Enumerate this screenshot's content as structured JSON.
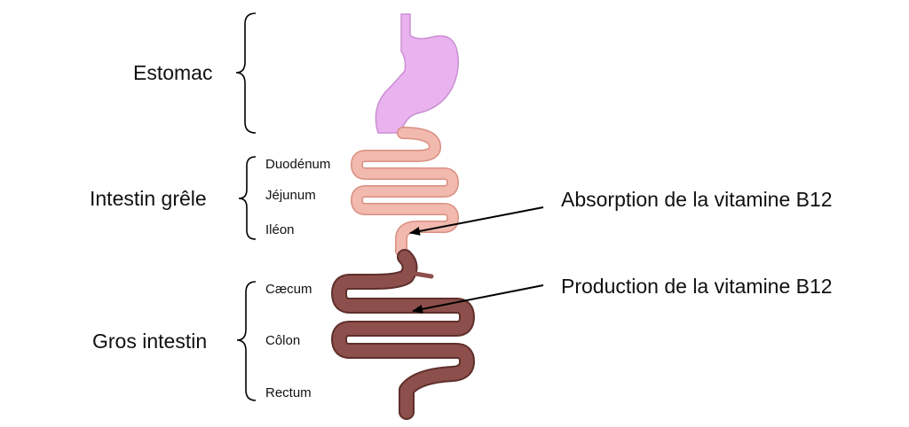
{
  "organs": {
    "stomach": {
      "label": "Estomac",
      "color": "#e9b3ef",
      "stroke": "#c98fd3"
    },
    "small_intestine": {
      "label": "Intestin grêle",
      "color": "#f2b9ae",
      "stroke": "#d98f81",
      "parts": [
        "Duodénum",
        "Jéjunum",
        "Iléon"
      ]
    },
    "large_intestine": {
      "label": "Gros intestin",
      "color": "#8d4f4b",
      "stroke": "#5e2f2c",
      "parts": [
        "Cæcum",
        "Côlon",
        "Rectum"
      ]
    }
  },
  "annotations": {
    "absorption": "Absorption de la vitamine B12",
    "production": "Production de la vitamine B12"
  }
}
